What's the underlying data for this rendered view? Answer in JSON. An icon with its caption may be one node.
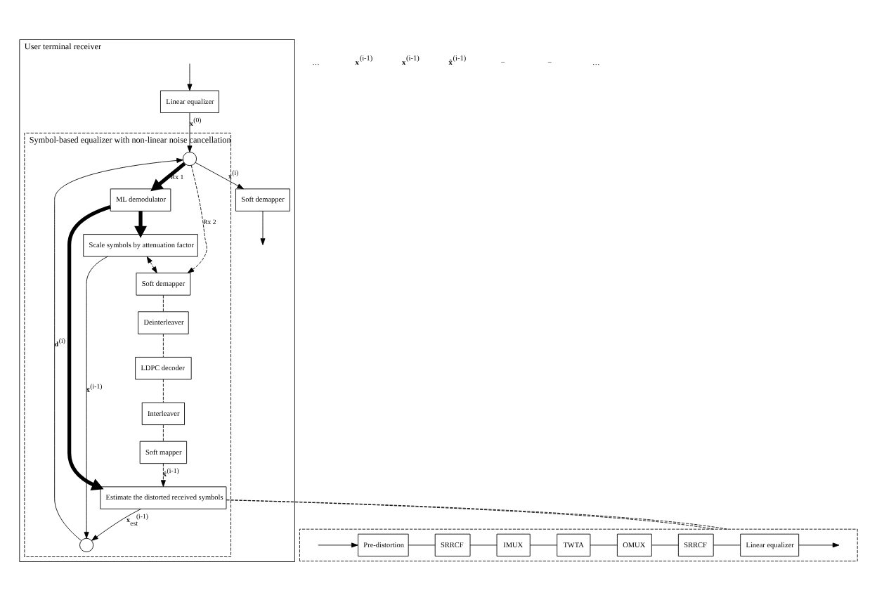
{
  "diagram": {
    "nodes": [
      {
        "text": [
          "User terminal receiver"
        ]
      },
      {
        "text": [
          "Linear equalizer"
        ],
        "in": 0
      },
      {
        "text": [
          "Symbol-based equalizer with non-linear noise cancellation"
        ],
        "in": 0
      },
      {
        "text": [],
        "shape": "circle",
        "in": 2
      },
      {
        "text": [
          "ML demodulator"
        ],
        "in": 2
      },
      {
        "text": [
          "Soft demapper"
        ],
        "in": 2
      },
      {
        "text": [
          "Deinterleaver"
        ],
        "in": 2
      },
      {
        "text": [
          "LDPC decoder"
        ],
        "in": 2
      },
      {
        "text": [
          "Interleaver"
        ],
        "in": 2
      },
      {
        "text": [
          "Soft mapper"
        ],
        "in": 2
      },
      {
        "text": [
          "Scale symbols by attenuation factor"
        ],
        "in": 2
      },
      {
        "text": [],
        "shape": "circle",
        "in": 2
      },
      {
        "text": [
          "Estimate the distorted received symbols"
        ],
        "in": 2
      },
      {
        "text": [
          "Soft demapper"
        ],
        "in": 0
      },
      {
        "text": [],
        "shape": "box"
      },
      {
        "text": [
          "Linear equalizer"
        ],
        "in": 14
      },
      {
        "text": [
          "SRRCF"
        ],
        "in": 14
      },
      {
        "text": [
          "OMUX"
        ],
        "in": 14
      },
      {
        "text": [
          "TWTA"
        ],
        "in": 14
      },
      {
        "text": [
          "IMUX"
        ],
        "in": 14
      },
      {
        "text": [
          "SRRCF"
        ],
        "in": 14
      },
      {
        "text": [
          "Pre-distortion"
        ],
        "in": 14
      }
    ],
    "edges": [
      {
        "from": null,
        "to": 1,
        "arrow": "to"
      },
      {
        "from": 1,
        "to": 3,
        "arrow": "to",
        "label": "**x**$^{(0)}$"
      },
      {
        "from": 3,
        "to": 13,
        "arrow": "to",
        "label": "**x**$^{(i)}$"
      },
      {
        "from": 3,
        "to": 4,
        "arrow": "to",
        "style": "thick",
        "label": "Rx 1"
      },
      {
        "from": 3,
        "to": 5,
        "arrow": "to",
        "style": "dashed",
        "label": "Rx 2"
      },
      {
        "from": 5,
        "to": 6,
        "arrow": "none",
        "style": "dashed"
      },
      {
        "from": 6,
        "to": 7,
        "arrow": "none",
        "style": "dashed"
      },
      {
        "from": 7,
        "to": 8,
        "arrow": "none",
        "style": "dashed"
      },
      {
        "from": 8,
        "to": 9,
        "arrow": "none",
        "style": "dashed"
      },
      {
        "from": 4,
        "to": 10,
        "arrow": "to",
        "style": "thick"
      },
      {
        "from": 4,
        "to": 12,
        "arrow": "to",
        "style": "thick"
      },
      {
        "from": 10,
        "to": 5,
        "arrow": "both",
        "style": "dashed"
      },
      {
        "from": 9,
        "to": 12,
        "arrow": "to",
        "style": "dashed",
        "label": "**x̂**$^{(i-1)}$"
      },
      {
        "from": 10,
        "to": 11,
        "arrow": "to",
        "label": "**x̄**$^{(i-1)}$"
      },
      {
        "from": 12,
        "to": 11,
        "arrow": "to",
        "label": "**x**$_{est}$$^{(i-1)}$"
      },
      {
        "from": 11,
        "to": 3,
        "arrow": "to",
        "label": "**d**$^{(i)}$"
      },
      {
        "from": 13,
        "to": null,
        "arrow": "to"
      },
      {
        "from": 12,
        "to": 14,
        "arrow": "none",
        "style": "dashed"
      },
      {
        "from": 12,
        "to": 14,
        "arrow": "none",
        "style": "dashed"
      },
      {
        "from": null,
        "to": 21,
        "arrow": "to"
      },
      {
        "from": 21,
        "to": 20,
        "arrow": "none"
      },
      {
        "from": 20,
        "to": 19,
        "arrow": "none"
      },
      {
        "from": 19,
        "to": 18,
        "arrow": "none"
      },
      {
        "from": 18,
        "to": 17,
        "arrow": "none"
      },
      {
        "from": 17,
        "to": 16,
        "arrow": "none"
      },
      {
        "from": 16,
        "to": 15,
        "arrow": "none"
      },
      {
        "from": 15,
        "to": null,
        "arrow": "to"
      }
    ],
    "labels": [
      "…",
      "**x**$^{(i-1)}$",
      "**x**$^{(i-1)}$",
      "**x̂**$^{(i-1)}$",
      "−",
      "−",
      "…"
    ]
  }
}
